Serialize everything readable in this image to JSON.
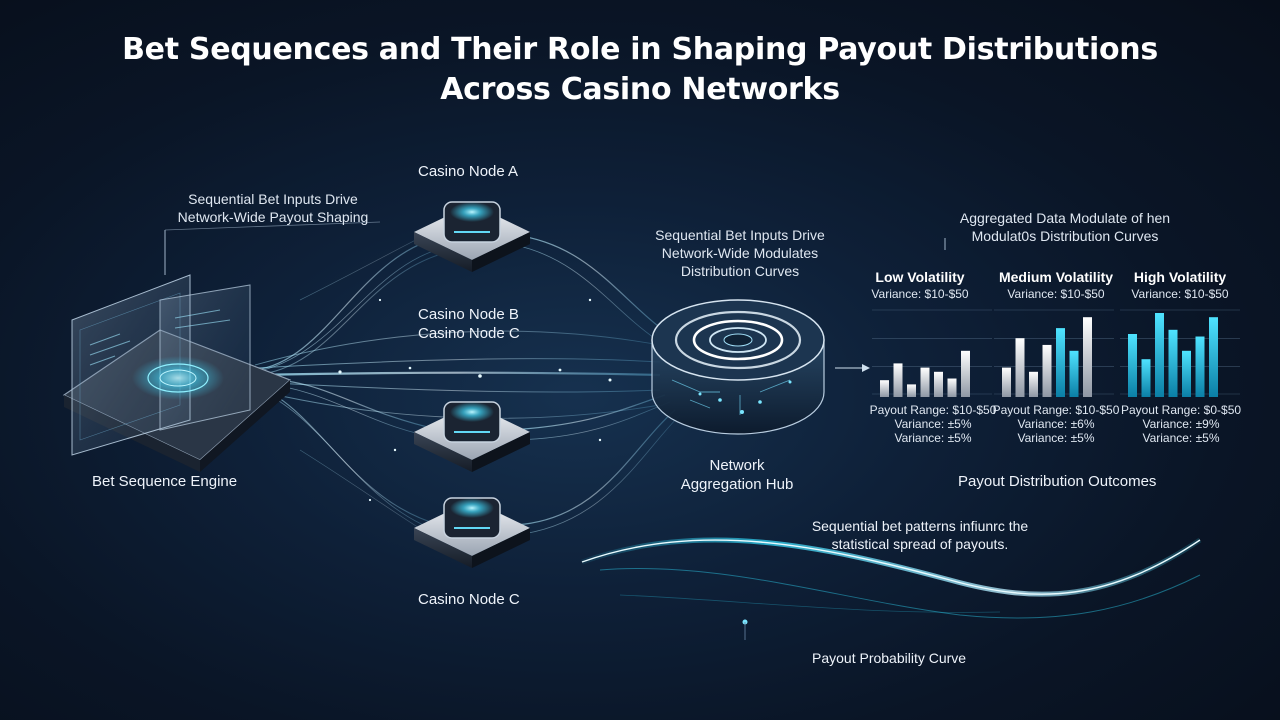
{
  "title": {
    "line1": "Bet Sequences and Their Role in Shaping Payout Distributions",
    "line2": "Across Casino Networks"
  },
  "engine": {
    "label": "Bet Sequence Engine",
    "caption_line1": "Sequential Bet Inputs Drive",
    "caption_line2": "Network-Wide Payout Shaping"
  },
  "nodes": {
    "node_a": "Casino Node A",
    "node_b": "Casino Node B",
    "node_c_mid": "Casino Node C",
    "node_c_bottom": "Casino Node C"
  },
  "hub": {
    "label_line1": "Network",
    "label_line2": "Aggregation Hub",
    "caption_line1": "Sequential Bet Inputs Drive",
    "caption_line2": "Network-Wide Modulates",
    "caption_line3": "Distribution Curves"
  },
  "outcomes": {
    "caption_line1": "Aggregated Data Modulate of hen",
    "caption_line2": "Modulat0s Distribution Curves",
    "label": "Payout Distribution Outcomes",
    "panels": [
      {
        "title": "Low Volatility",
        "variance_top": "Variance: $10-$50",
        "payout_range": "Payout Range: $10-$50",
        "variance_1": "Variance: ±5%",
        "variance_2": "Variance: ±5%",
        "bars": [
          0.2,
          0.4,
          0.15,
          0.35,
          0.3,
          0.22,
          0.55
        ]
      },
      {
        "title": "Medium Volatility",
        "variance_top": "Variance: $10-$50",
        "payout_range": "Payout Range: $10-$50",
        "variance_1": "Variance: ±6%",
        "variance_2": "Variance: ±5%",
        "bars": [
          0.35,
          0.7,
          0.3,
          0.62,
          0.82,
          0.55,
          0.95
        ]
      },
      {
        "title": "High Volatility",
        "variance_top": "Variance: $10-$50",
        "payout_range": "Payout Range: $0-$50",
        "variance_1": "Variance: ±9%",
        "variance_2": "Variance: ±5%",
        "bars": [
          0.75,
          0.45,
          1.0,
          0.8,
          0.55,
          0.72,
          0.95
        ]
      }
    ]
  },
  "curve": {
    "caption_line1": "Sequential bet patterns infiunrc the",
    "caption_line2": "statistical spread of payouts.",
    "label": "Payout Probability Curve"
  },
  "colors": {
    "accent_cyan": "#2fd0f0",
    "bar_white": "#e6e9ee",
    "background": "#0a1526"
  }
}
